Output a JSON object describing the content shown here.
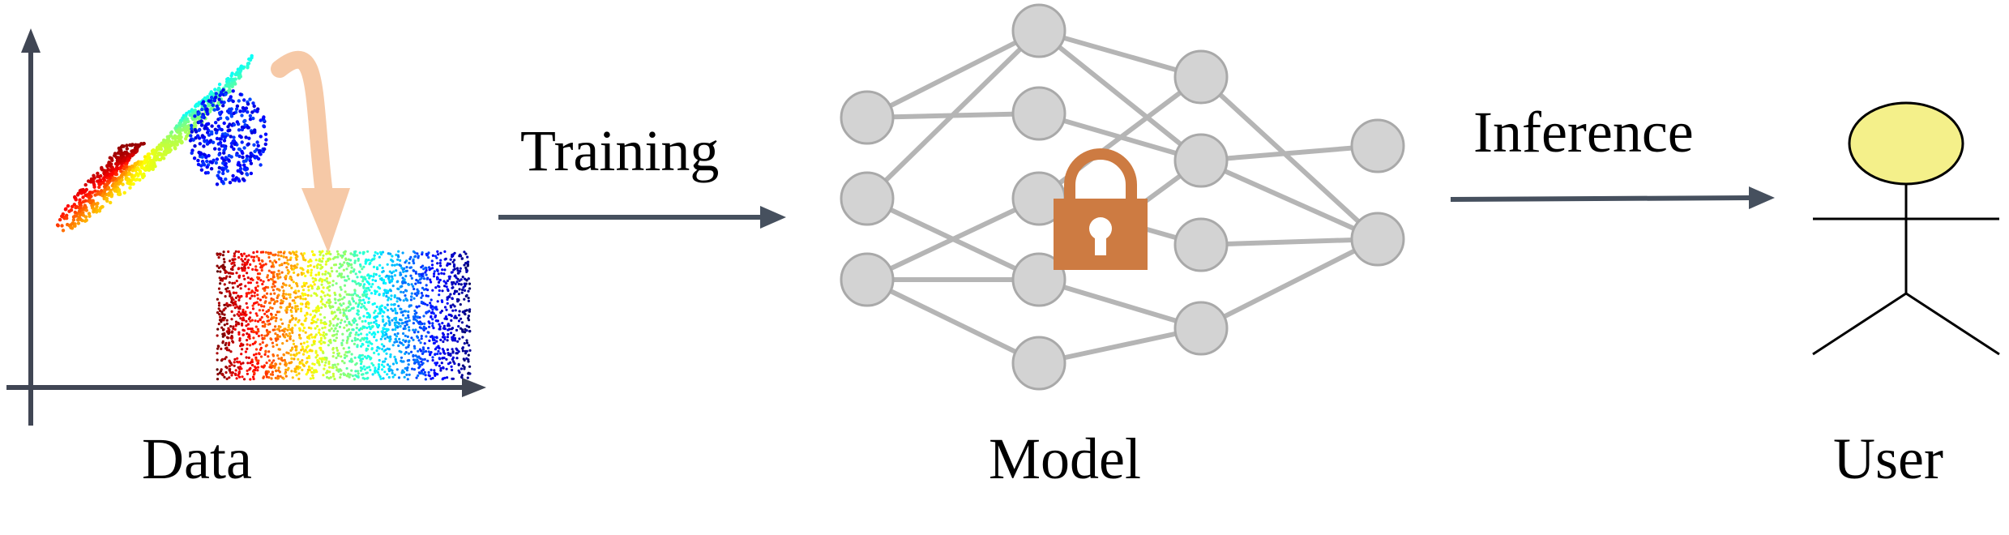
{
  "labels": {
    "data": "Data",
    "training": "Training",
    "model": "Model",
    "inference": "Inference",
    "user": "User"
  },
  "colors": {
    "axis": "#404654",
    "arrow": "#46505e",
    "node_fill": "#d3d3d3",
    "node_stroke": "#a9a9a9",
    "edge": "#b5b5b5",
    "lock": "#cd7b42",
    "curved_arrow": "#f6c9a7",
    "user_head": "#f4f08a"
  },
  "icons": [
    "lock-icon",
    "user-stick-figure-icon",
    "curved-arrow-icon"
  ]
}
